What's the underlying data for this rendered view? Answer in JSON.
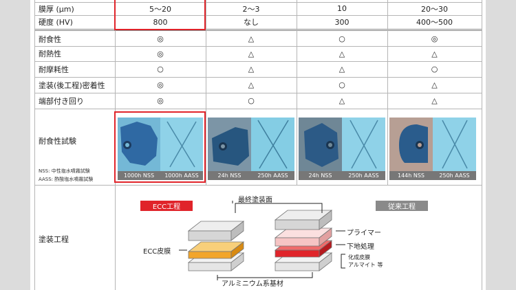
{
  "rows": [
    {
      "label": "膜厚 (µm)",
      "values": [
        "5～20",
        "2～3",
        "10",
        "20～30"
      ]
    },
    {
      "label": "硬度 (HV)",
      "values": [
        "800",
        "なし",
        "300",
        "400～500"
      ]
    },
    {
      "label": "耐食性",
      "values": [
        "◎",
        "△",
        "○",
        "◎"
      ]
    },
    {
      "label": "耐熱性",
      "values": [
        "◎",
        "△",
        "△",
        "△"
      ]
    },
    {
      "label": "耐摩耗性",
      "values": [
        "○",
        "△",
        "△",
        "○"
      ]
    },
    {
      "label": "塗装(後工程)密着性",
      "values": [
        "◎",
        "△",
        "○",
        "△"
      ]
    },
    {
      "label": "端部付き回り",
      "values": [
        "◎",
        "○",
        "△",
        "△"
      ]
    }
  ],
  "corrosion_test": {
    "label": "耐食性試験",
    "note_nss": "NSS: 中性塩水噴霧試験",
    "note_aass": "AASS: 酢酸塩水噴霧試験",
    "captions": [
      [
        "1000h NSS",
        "1000h AASS"
      ],
      [
        "24h NSS",
        "250h AASS"
      ],
      [
        "24h NSS",
        "250h AASS"
      ],
      [
        "144h NSS",
        "250h AASS"
      ]
    ]
  },
  "painting_process": {
    "label": "塗装工程",
    "ecc_tag": "ECC工程",
    "conventional_tag": "従来工程",
    "topcoat": "最終塗装面",
    "primer": "プライマー",
    "pretreatment": "下地処理",
    "conversion_note_1": "化成皮膜",
    "conversion_note_2": "アルマイト 等",
    "ecc_film": "ECC皮膜",
    "substrate": "アルミニウム系基材"
  },
  "colors": {
    "highlight": "#e0242a",
    "ecc_tag_bg": "#e0242a",
    "conventional_tag_bg": "#8a8a8a"
  }
}
